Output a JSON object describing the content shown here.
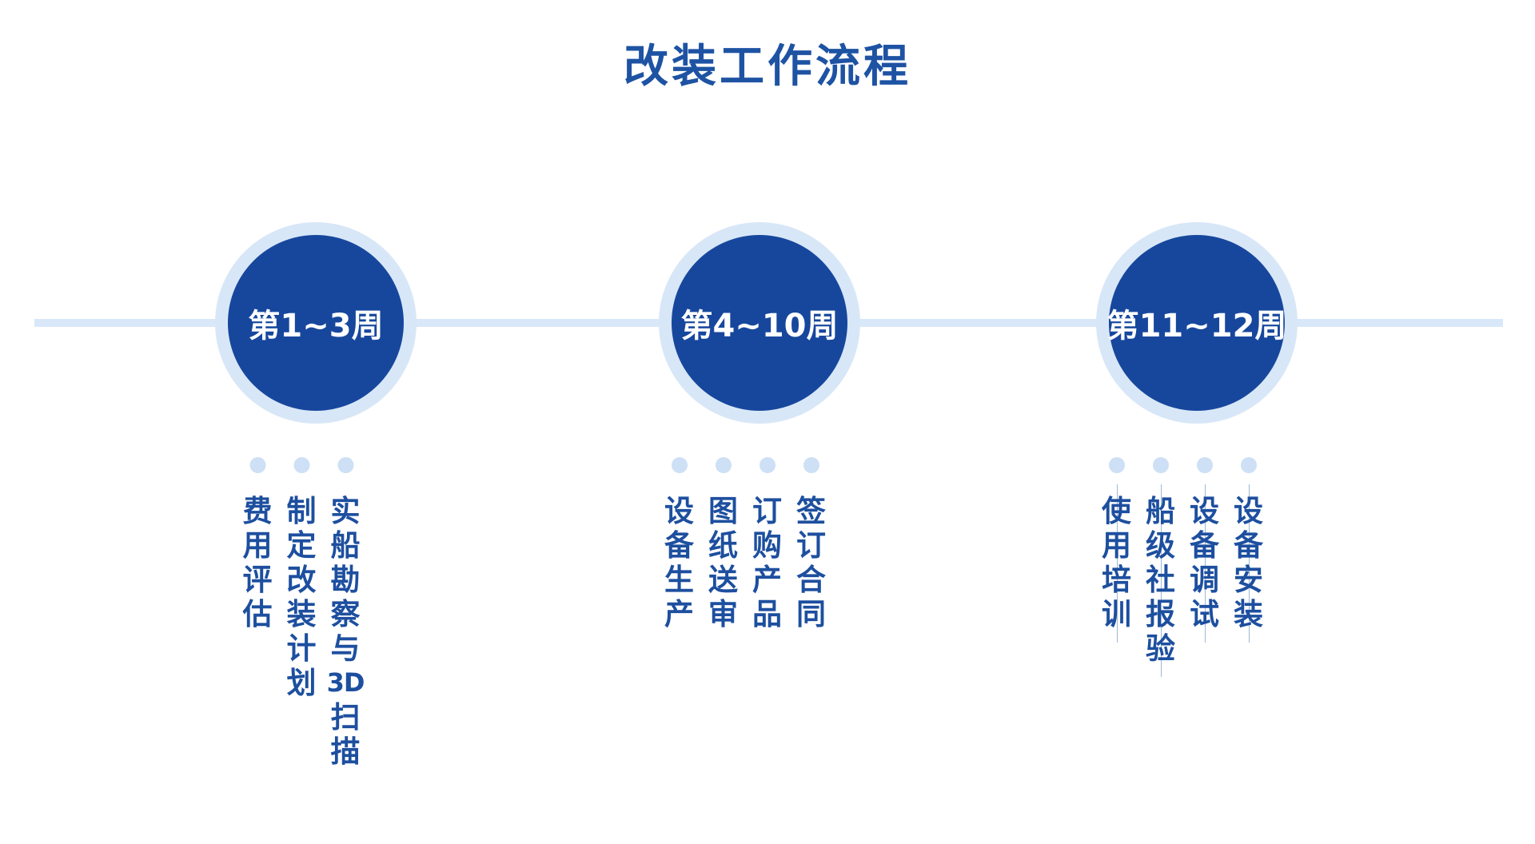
{
  "title": "改装工作流程",
  "colors": {
    "primary_circle": "#17479d",
    "title_text": "#1e53a3",
    "task_text": "#1d4f9f",
    "light_ring": "#d8e7f7",
    "timeline": "#d9e8f8",
    "dot": "#cde0f5",
    "leader_line": "#9db8d6"
  },
  "phases": [
    {
      "label": "第1~3周",
      "tasks": [
        "实船勘察与3D扫描",
        "制定改装计划",
        "费用评估"
      ],
      "leader_lines": false
    },
    {
      "label": "第4~10周",
      "tasks": [
        "签订合同",
        "订购产品",
        "图纸送审",
        "设备生产"
      ],
      "leader_lines": false
    },
    {
      "label": "第11~12周",
      "tasks": [
        "设备安装",
        "设备调试",
        "船级社报验",
        "使用培训"
      ],
      "leader_lines": true
    }
  ]
}
